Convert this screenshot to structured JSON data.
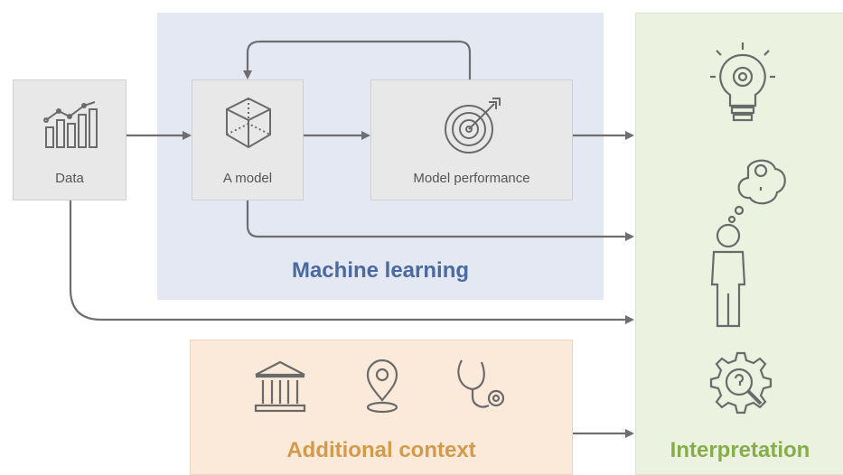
{
  "boxes": {
    "data": "Data",
    "model": "A model",
    "performance": "Model performance"
  },
  "panels": {
    "machine_learning": "Machine learning",
    "additional_context": "Additional context",
    "interpretation": "Interpretation"
  },
  "colors": {
    "ml_background": "#e3e8f3",
    "ml_title": "#4b6aa0",
    "context_background": "#fbe9d9",
    "context_title": "#d39a4a",
    "interpretation_background": "#ecf2e0",
    "interpretation_title": "#86ad4a",
    "box_background": "#e8e8e8",
    "arrow": "#6e6e6e"
  },
  "icons": [
    "bar-chart-trend-icon",
    "cube-icon",
    "target-icon",
    "lightbulb-gear-icon",
    "person-thinking-icon",
    "gear-search-icon",
    "bank-building-icon",
    "location-pin-icon",
    "stethoscope-icon"
  ]
}
